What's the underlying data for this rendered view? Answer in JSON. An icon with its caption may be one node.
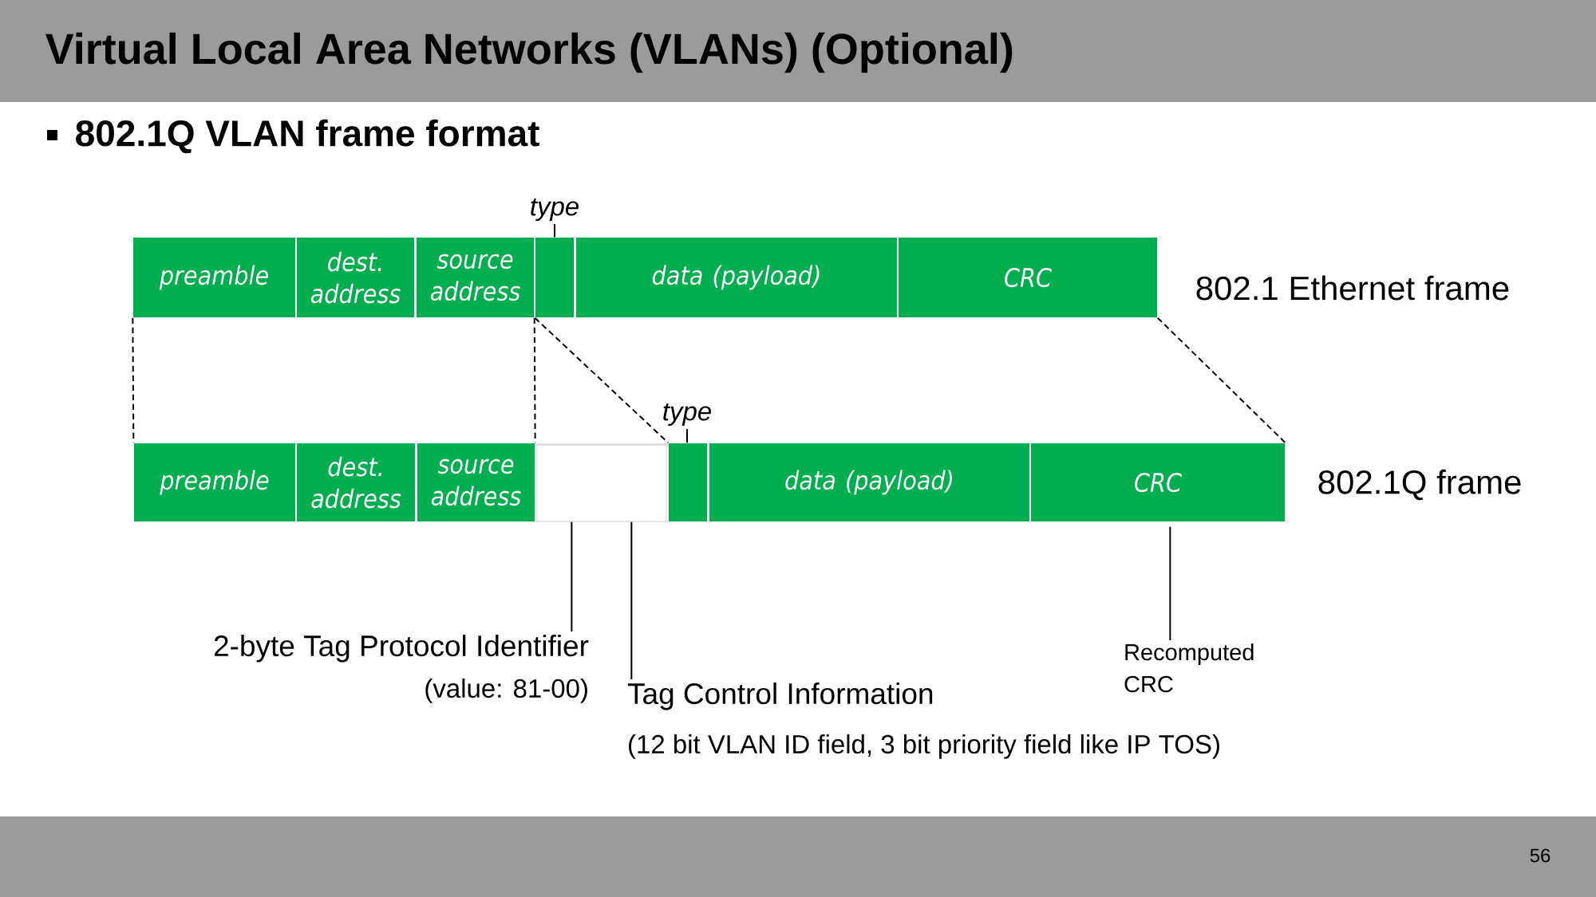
{
  "diagram": {
    "title": "Virtual Local Area Networks (VLANs) (Optional)",
    "nodes": [
      {
        "text": [
          "preamble"
        ]
      },
      {
        "text": [
          "dest. address"
        ]
      },
      {
        "text": [
          "source address"
        ]
      },
      {
        "text": [],
        "shape": "box"
      },
      {
        "text": [
          "data (payload)"
        ]
      },
      {
        "text": [
          "CRC"
        ]
      },
      {
        "text": [
          "preamble"
        ]
      },
      {
        "text": [
          "dest. address"
        ]
      },
      {
        "text": [
          "source address"
        ]
      },
      {
        "text": [],
        "shape": "box"
      },
      {
        "text": [],
        "shape": "box"
      },
      {
        "text": [
          "data (payload)"
        ]
      },
      {
        "text": [
          "CRC"
        ]
      },
      {
        "text": [
          "type"
        ]
      },
      {
        "text": [
          "type"
        ]
      },
      {
        "text": [
          "2-byte Tag Protocol Identifier",
          "(value: 81-00)"
        ]
      },
      {
        "text": [
          "Tag Control Information",
          "(12 bit VLAN ID field, 3 bit priority field like IP TOS)"
        ]
      },
      {
        "text": [
          "Recomputed CRC"
        ]
      }
    ],
    "edges": [
      {
        "from": 13,
        "to": 3,
        "arrow": "none"
      },
      {
        "from": 14,
        "to": 10,
        "arrow": "none"
      },
      {
        "from": 0,
        "to": 6,
        "arrow": "none",
        "style": "dashed"
      },
      {
        "from": 2,
        "to": 8,
        "arrow": "none",
        "style": "dashed"
      },
      {
        "from": 3,
        "to": 10,
        "arrow": "none",
        "style": "dashed"
      },
      {
        "from": 5,
        "to": 12,
        "arrow": "none",
        "style": "dashed"
      },
      {
        "from": 15,
        "to": 9,
        "arrow": "none"
      },
      {
        "from": 16,
        "to": 9,
        "arrow": "none"
      },
      {
        "from": 17,
        "to": 12,
        "arrow": "none"
      }
    ],
    "labels": [
      "802.1Q VLAN frame format",
      "802.1 Ethernet frame",
      "802.1Q frame",
      "56"
    ]
  }
}
